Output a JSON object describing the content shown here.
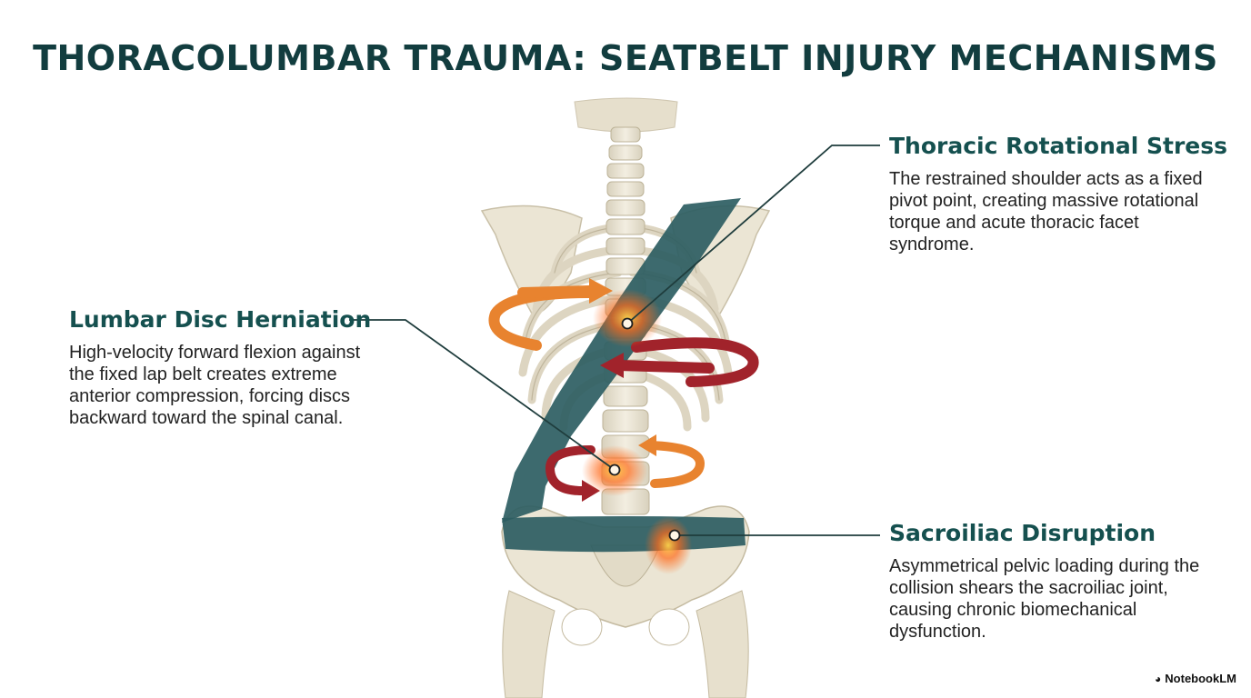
{
  "title": "THORACOLUMBAR TRAUMA: SEATBELT INJURY MECHANISMS",
  "callouts": {
    "thoracic": {
      "heading": "Thoracic Rotational Stress",
      "body": "The restrained shoulder acts as a fixed pivot point, creating massive rotational torque and acute thoracic facet syndrome."
    },
    "lumbar": {
      "heading": "Lumbar Disc Herniation",
      "body": "High-velocity forward flexion against the fixed lap belt creates extreme anterior compression, forcing discs backward toward the spinal canal."
    },
    "sacroiliac": {
      "heading": "Sacroiliac Disruption",
      "body": "Asymmetrical pelvic loading during the collision shears the sacroiliac joint, causing chronic biomechanical dysfunction."
    }
  },
  "brand": {
    "label": "NotebookLM",
    "icon": "notebooklm-logo-icon"
  },
  "colors": {
    "title": "#123d3f",
    "heading": "#15504f",
    "belt": "#2d5d62",
    "bone": "#e9e3d2",
    "arrow_orange": "#e8832f",
    "arrow_red": "#a1232b",
    "injury_glow": "#ff6a1a"
  }
}
